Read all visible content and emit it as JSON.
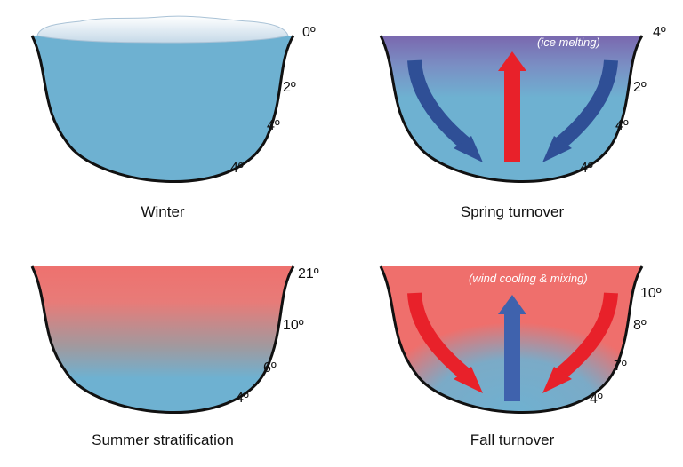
{
  "colors": {
    "water": "#6eb1d1",
    "warm": "#ef6f6c",
    "purple": "#7a6ab0",
    "ice": "#dde9f2",
    "blue_arrow": "#3f62ad",
    "red_arrow": "#e8212a",
    "outline": "#111111"
  },
  "panels": {
    "winter": {
      "title": "Winter",
      "temps": [
        "0º",
        "2º",
        "4º",
        "4º"
      ]
    },
    "spring": {
      "title": "Spring turnover",
      "note": "(ice melting)",
      "temps": [
        "4º",
        "2º",
        "4º",
        "4º"
      ]
    },
    "summer": {
      "title": "Summer stratification",
      "temps": [
        "21º",
        "10º",
        "6º",
        "4º"
      ]
    },
    "fall": {
      "title": "Fall turnover",
      "note": "(wind cooling & mixing)",
      "temps": [
        "10º",
        "8º",
        "7º",
        "4º"
      ]
    }
  }
}
